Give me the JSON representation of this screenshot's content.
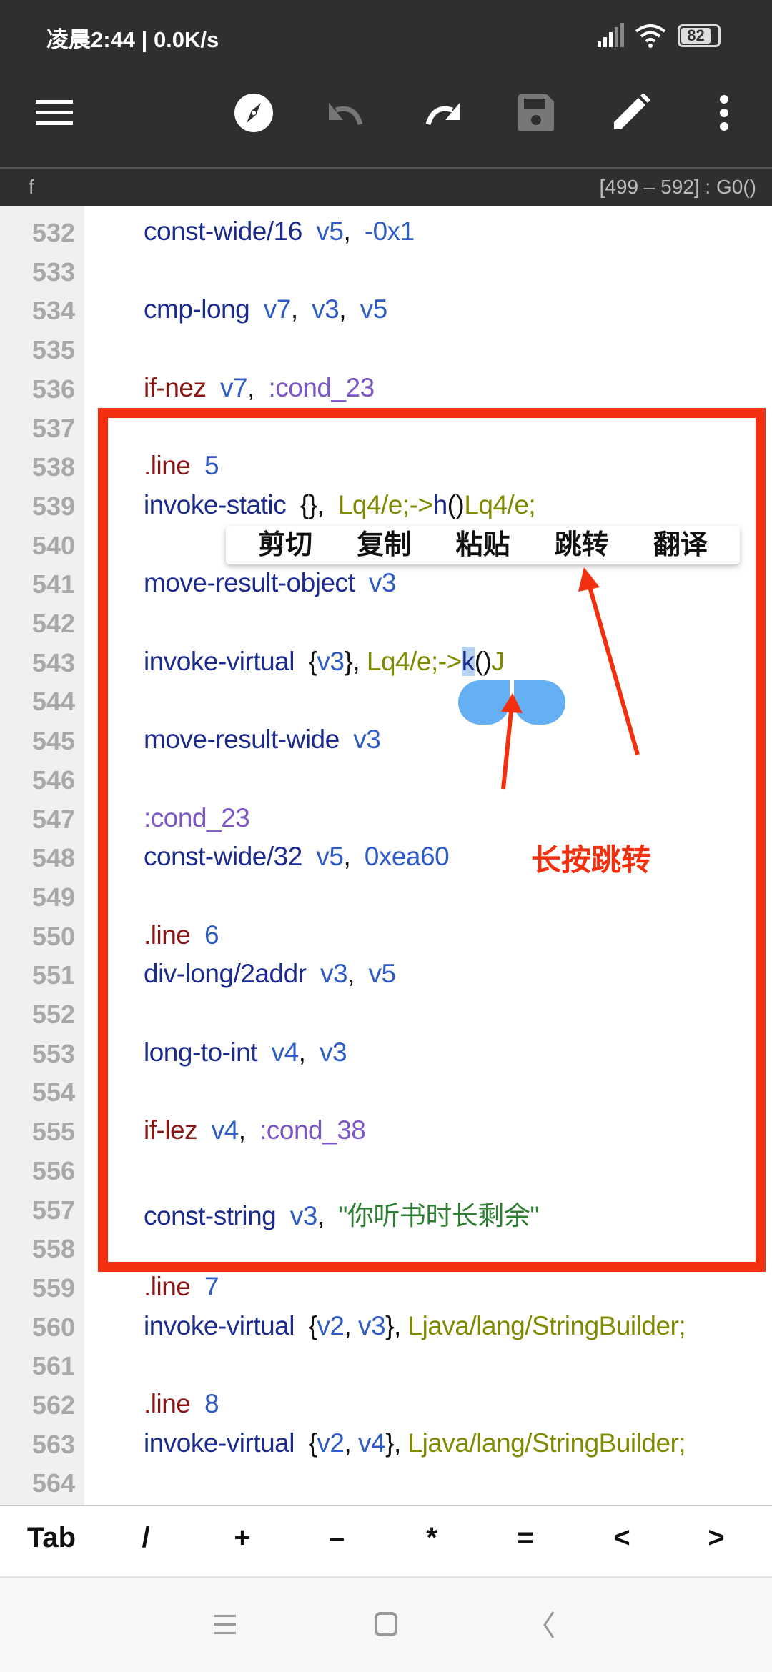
{
  "status_bar": {
    "time": "凌晨2:44 | 0.0K/s",
    "battery": "82",
    "icons": [
      "signal-icon",
      "wifi-icon",
      "battery-icon"
    ]
  },
  "toolbar": {
    "icons": [
      "menu-icon",
      "compass-icon",
      "undo-icon",
      "redo-icon",
      "save-icon",
      "pencil-icon",
      "more-icon"
    ]
  },
  "subbar": {
    "file": "f",
    "range": "[499 – 592] : G0()"
  },
  "code_lines": [
    {
      "n": "532",
      "t": [
        [
          "const-wide/16",
          "kw"
        ],
        [
          "  v5",
          "reg"
        ],
        [
          ",  ",
          "p"
        ],
        [
          "-0x1",
          "num"
        ]
      ]
    },
    {
      "n": "533",
      "t": []
    },
    {
      "n": "534",
      "t": [
        [
          "cmp-long",
          "kw"
        ],
        [
          "  v7",
          "reg"
        ],
        [
          ",  ",
          "p"
        ],
        [
          "v3",
          "reg"
        ],
        [
          ",  ",
          "p"
        ],
        [
          "v5",
          "reg"
        ]
      ]
    },
    {
      "n": "535",
      "t": []
    },
    {
      "n": "536",
      "t": [
        [
          "if-nez",
          "dir"
        ],
        [
          "  v7",
          "reg"
        ],
        [
          ",  ",
          "p"
        ],
        [
          ":cond_23",
          "lbl"
        ]
      ]
    },
    {
      "n": "537",
      "t": []
    },
    {
      "n": "538",
      "t": [
        [
          ".line",
          "dir"
        ],
        [
          "  5",
          "num"
        ]
      ]
    },
    {
      "n": "539",
      "t": [
        [
          "invoke-static",
          "kw"
        ],
        [
          "  {}",
          "p"
        ],
        [
          ",  ",
          "p"
        ],
        [
          "Lq4/e;->",
          "type"
        ],
        [
          "h",
          "kw"
        ],
        [
          "()",
          "p"
        ],
        [
          "Lq4/e;",
          "type"
        ]
      ]
    },
    {
      "n": "540",
      "t": []
    },
    {
      "n": "541",
      "t": [
        [
          "move-result-object",
          "kw"
        ],
        [
          "  v3",
          "reg"
        ]
      ]
    },
    {
      "n": "542",
      "t": []
    },
    {
      "n": "543",
      "t": [
        [
          "invoke-virtual",
          "kw"
        ],
        [
          "  {",
          "p"
        ],
        [
          "v3",
          "reg"
        ],
        [
          "}, ",
          "p"
        ],
        [
          "Lq4/e;->",
          "type"
        ],
        [
          "k",
          "sel"
        ],
        [
          "()",
          "p"
        ],
        [
          "J",
          "type"
        ]
      ]
    },
    {
      "n": "544",
      "t": []
    },
    {
      "n": "545",
      "t": [
        [
          "move-result-wide",
          "kw"
        ],
        [
          "  v3",
          "reg"
        ]
      ]
    },
    {
      "n": "546",
      "t": []
    },
    {
      "n": "547",
      "t": [
        [
          ":cond_23",
          "lbl"
        ]
      ]
    },
    {
      "n": "548",
      "t": [
        [
          "const-wide/32",
          "kw"
        ],
        [
          "  v5",
          "reg"
        ],
        [
          ",  ",
          "p"
        ],
        [
          "0xea60",
          "num"
        ]
      ]
    },
    {
      "n": "549",
      "t": []
    },
    {
      "n": "550",
      "t": [
        [
          ".line",
          "dir"
        ],
        [
          "  6",
          "num"
        ]
      ]
    },
    {
      "n": "551",
      "t": [
        [
          "div-long/2addr",
          "kw"
        ],
        [
          "  v3",
          "reg"
        ],
        [
          ",  ",
          "p"
        ],
        [
          "v5",
          "reg"
        ]
      ]
    },
    {
      "n": "552",
      "t": []
    },
    {
      "n": "553",
      "t": [
        [
          "long-to-int",
          "kw"
        ],
        [
          "  v4",
          "reg"
        ],
        [
          ",  ",
          "p"
        ],
        [
          "v3",
          "reg"
        ]
      ]
    },
    {
      "n": "554",
      "t": []
    },
    {
      "n": "555",
      "t": [
        [
          "if-lez",
          "dir"
        ],
        [
          "  v4",
          "reg"
        ],
        [
          ",  ",
          "p"
        ],
        [
          ":cond_38",
          "lbl"
        ]
      ]
    },
    {
      "n": "556",
      "t": []
    },
    {
      "n": "557",
      "t": [
        [
          "const-string",
          "kw"
        ],
        [
          "  v3",
          "reg"
        ],
        [
          ",  ",
          "p"
        ],
        [
          "\"你听书时长剩余\"",
          "str"
        ]
      ]
    },
    {
      "n": "558",
      "t": []
    },
    {
      "n": "559",
      "t": [
        [
          ".line",
          "dir"
        ],
        [
          "  7",
          "num"
        ]
      ]
    },
    {
      "n": "560",
      "t": [
        [
          "invoke-virtual",
          "kw"
        ],
        [
          "  {",
          "p"
        ],
        [
          "v2",
          "reg"
        ],
        [
          ", ",
          "p"
        ],
        [
          "v3",
          "reg"
        ],
        [
          "}, ",
          "p"
        ],
        [
          "Ljava/lang/StringBuilder;",
          "type"
        ]
      ]
    },
    {
      "n": "561",
      "t": []
    },
    {
      "n": "562",
      "t": [
        [
          ".line",
          "dir"
        ],
        [
          "  8",
          "num"
        ]
      ]
    },
    {
      "n": "563",
      "t": [
        [
          "invoke-virtual",
          "kw"
        ],
        [
          "  {",
          "p"
        ],
        [
          "v2",
          "reg"
        ],
        [
          ", ",
          "p"
        ],
        [
          "v4",
          "reg"
        ],
        [
          "}, ",
          "p"
        ],
        [
          "Ljava/lang/StringBuilder;",
          "type"
        ]
      ]
    },
    {
      "n": "564",
      "t": []
    }
  ],
  "context_menu": {
    "items": [
      "剪切",
      "复制",
      "粘贴",
      "跳转",
      "翻译"
    ]
  },
  "annotation": {
    "text": "长按跳转",
    "color": "#f2300f"
  },
  "key_bar": {
    "keys": [
      "Tab",
      "/",
      "+",
      "–",
      "*",
      "=",
      "<",
      ">"
    ]
  },
  "nav_bar": {
    "icons": [
      "recents-icon",
      "home-icon",
      "back-icon"
    ]
  }
}
